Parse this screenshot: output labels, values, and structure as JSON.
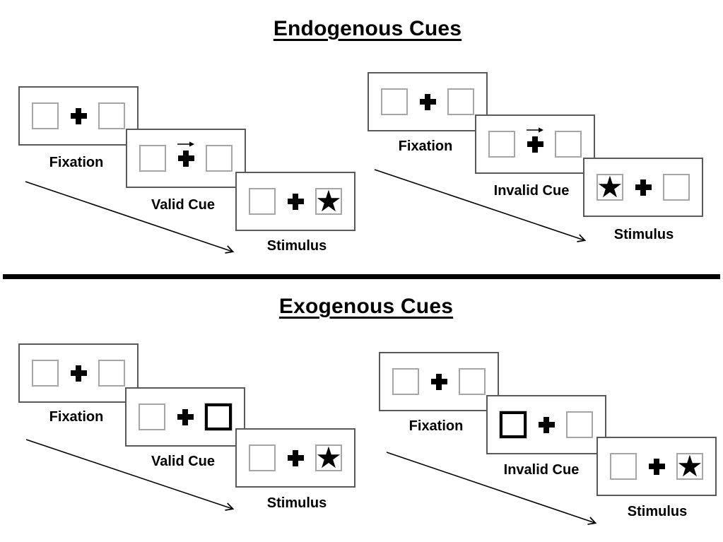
{
  "figure": {
    "icons": {
      "star": "★",
      "fixation_cross": "✚",
      "cue_arrow": "→"
    },
    "colors": {
      "ink": "#000000",
      "panel_border": "#595959",
      "box_border": "#a6a6a6",
      "background": "#ffffff"
    },
    "sections": [
      {
        "title": "Endogenous Cues",
        "trials": [
          {
            "name": "valid",
            "cue_type": "central-arrow",
            "steps": [
              {
                "label": "Fixation",
                "type": "fixation"
              },
              {
                "label": "Valid Cue",
                "type": "cue",
                "cue_icon": "arrow-right"
              },
              {
                "label": "Stimulus",
                "type": "stimulus",
                "star_side": "right"
              }
            ]
          },
          {
            "name": "invalid",
            "cue_type": "central-arrow",
            "steps": [
              {
                "label": "Fixation",
                "type": "fixation"
              },
              {
                "label": "Invalid Cue",
                "type": "cue",
                "cue_icon": "arrow-right"
              },
              {
                "label": "Stimulus",
                "type": "stimulus",
                "star_side": "left"
              }
            ]
          }
        ]
      },
      {
        "title": "Exogenous Cues",
        "trials": [
          {
            "name": "valid",
            "cue_type": "peripheral-box-highlight",
            "steps": [
              {
                "label": "Fixation",
                "type": "fixation"
              },
              {
                "label": "Valid Cue",
                "type": "cue",
                "highlight_side": "right"
              },
              {
                "label": "Stimulus",
                "type": "stimulus",
                "star_side": "right"
              }
            ]
          },
          {
            "name": "invalid",
            "cue_type": "peripheral-box-highlight",
            "steps": [
              {
                "label": "Fixation",
                "type": "fixation"
              },
              {
                "label": "Invalid Cue",
                "type": "cue",
                "highlight_side": "left"
              },
              {
                "label": "Stimulus",
                "type": "stimulus",
                "star_side": "right"
              }
            ]
          }
        ]
      }
    ]
  }
}
